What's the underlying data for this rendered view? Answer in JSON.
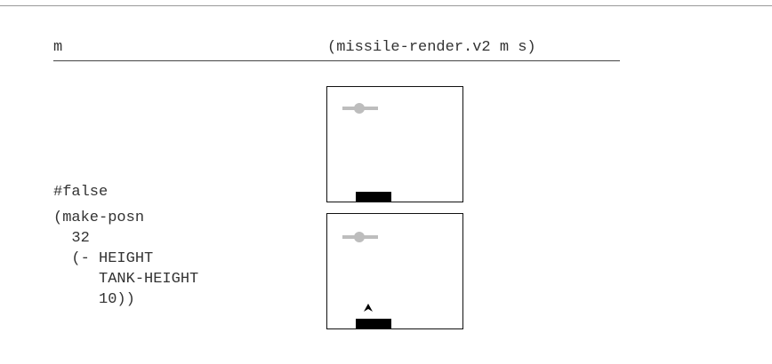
{
  "header": {
    "left_label": "m",
    "right_label": "(missile-render.v2 m s)"
  },
  "examples": [
    {
      "expression": "#false",
      "description_lines": [
        "#false"
      ]
    },
    {
      "expression": "(make-posn 32 (- HEIGHT TANK-HEIGHT 10))",
      "description_lines": [
        "(make-posn",
        "  32",
        "  (- HEIGHT",
        "     TANK-HEIGHT",
        "     10))"
      ]
    }
  ],
  "scenes": [
    {
      "ufo": "ufo-icon",
      "tank": "tank-icon",
      "missile": null,
      "colors": {
        "ufo": "#bdbdbd",
        "tank": "#000000"
      }
    },
    {
      "ufo": "ufo-icon",
      "tank": "tank-icon",
      "missile": "missile-icon",
      "colors": {
        "ufo": "#bdbdbd",
        "tank": "#000000",
        "missile": "#000000"
      }
    }
  ]
}
